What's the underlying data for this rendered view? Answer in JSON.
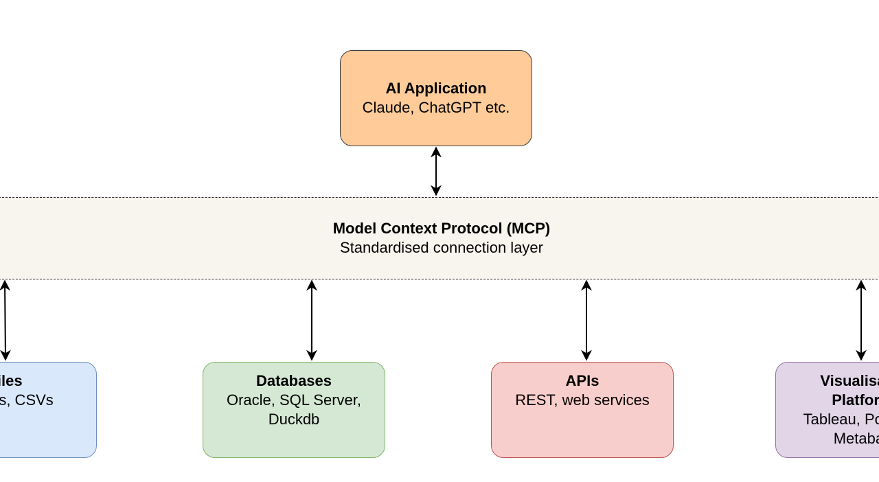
{
  "app": {
    "title": "AI Application",
    "line1": "Claude, ChatGPT etc."
  },
  "mcp": {
    "title": "Model Context Protocol (MCP)",
    "line1": "Standardised connection layer"
  },
  "files": {
    "title": "Files",
    "line1": "Images, CSVs"
  },
  "databases": {
    "title": "Databases",
    "line1": "Oracle, SQL Server,",
    "line2": "Duckdb"
  },
  "apis": {
    "title": "APIs",
    "line1": "REST, web services"
  },
  "viz": {
    "title1": "Visualisation",
    "title2": "Platforms",
    "line1": "Tableau, Power BI,",
    "line2": "Metabase"
  },
  "colors": {
    "app_fill": "#ffcc99",
    "mcp_fill": "#f8f5ee",
    "files_fill": "#dae8fc",
    "databases_fill": "#d5e8d4",
    "apis_fill": "#f8cecc",
    "viz_fill": "#e1d5e7"
  }
}
